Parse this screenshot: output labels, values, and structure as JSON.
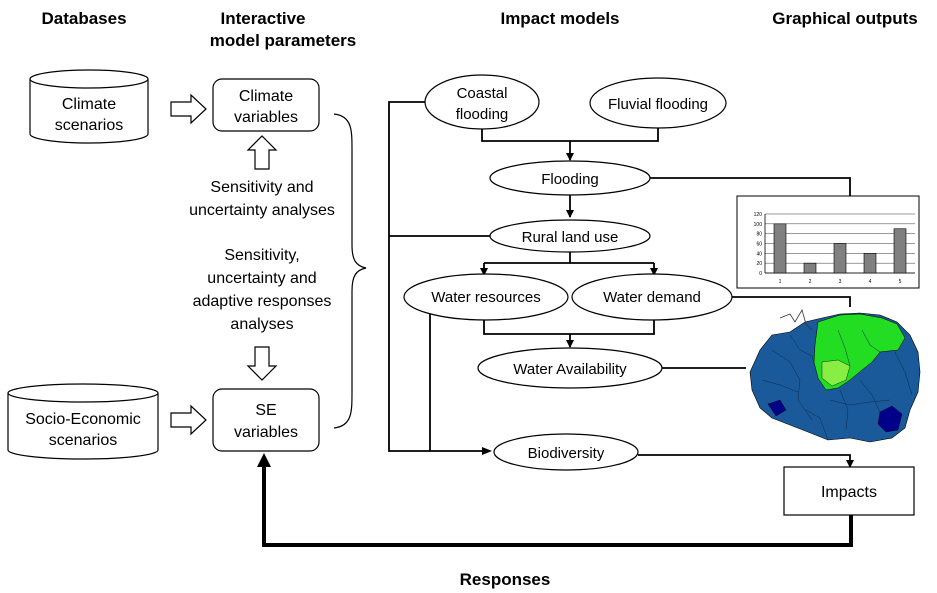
{
  "headers": {
    "databases": "Databases",
    "interactive_line1": "Interactive",
    "interactive_line2": "model parameters",
    "impact_models": "Impact models",
    "graphical_outputs": "Graphical outputs",
    "responses": "Responses"
  },
  "databases": {
    "climate": [
      "Climate",
      "scenarios"
    ],
    "socio": [
      "Socio-Economic",
      "scenarios"
    ]
  },
  "parameters": {
    "climate_vars": [
      "Climate",
      "variables"
    ],
    "se_vars": [
      "SE",
      "variables"
    ],
    "sensitivity": [
      "Sensitivity and",
      "uncertainty analyses"
    ],
    "sensitivity_adaptive": [
      "Sensitivity,",
      "uncertainty and",
      "adaptive responses",
      "analyses"
    ]
  },
  "models": {
    "coastal": [
      "Coastal",
      "flooding"
    ],
    "fluvial": "Fluvial flooding",
    "flooding": "Flooding",
    "rural": "Rural land use",
    "water_resources": "Water resources",
    "water_demand": "Water demand",
    "water_availability": "Water Availability",
    "biodiversity": "Biodiversity"
  },
  "outputs": {
    "impacts": "Impacts"
  },
  "chart_data": {
    "type": "bar",
    "categories": [
      "1",
      "2",
      "3",
      "4",
      "5"
    ],
    "values": [
      100,
      20,
      60,
      40,
      90
    ],
    "yticks": [
      "0",
      "20",
      "40",
      "60",
      "80",
      "100",
      "120"
    ],
    "ylim": [
      0,
      120
    ],
    "bar_color": "#808080"
  },
  "map": {
    "colors": [
      "#1a5a9a",
      "#22dd22",
      "#88ee44",
      "#000088"
    ]
  }
}
